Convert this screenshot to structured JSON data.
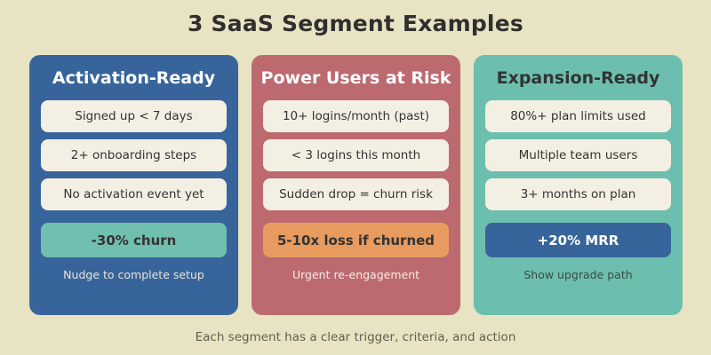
{
  "header": {
    "title": "3 SaaS Segment Examples"
  },
  "footer": {
    "note": "Each segment has a clear trigger, criteria, and action"
  },
  "colors": {
    "background": "#e8e3c2",
    "title_text": "#2f2f2f",
    "criterion_bg": "#f4efe3",
    "criterion_text": "#333333",
    "footer_text": "#60604f",
    "card_blue": "#37659b",
    "card_red": "#bc6a70",
    "card_green": "#6cbfaf",
    "badge_teal": "#70bfb0",
    "badge_orange": "#e89b5e",
    "badge_blue": "#37659b"
  },
  "cards": [
    {
      "title": "Activation-Ready",
      "bg": "#37659b",
      "title_color": "#ffffff",
      "action_color": "#e8e3d4",
      "criteria": [
        "Signed up < 7 days",
        "2+ onboarding steps",
        "No activation event yet"
      ],
      "badge": {
        "label": "-30% churn",
        "bg": "#70bfb0",
        "color": "#333333"
      },
      "action": "Nudge to complete setup"
    },
    {
      "title": "Power Users at Risk",
      "bg": "#bc6a70",
      "title_color": "#ffffff",
      "action_color": "#f4ece4",
      "criteria": [
        "10+ logins/month (past)",
        "< 3 logins this month",
        "Sudden drop = churn risk"
      ],
      "badge": {
        "label": "5-10x loss if churned",
        "bg": "#e89b5e",
        "color": "#333333"
      },
      "action": "Urgent re-engagement"
    },
    {
      "title": "Expansion-Ready",
      "bg": "#6cbfaf",
      "title_color": "#333333",
      "action_color": "#3a4a46",
      "criteria": [
        "80%+ plan limits used",
        "Multiple team users",
        "3+ months on plan"
      ],
      "badge": {
        "label": "+20% MRR",
        "bg": "#37659b",
        "color": "#ffffff"
      },
      "action": "Show upgrade path"
    }
  ]
}
